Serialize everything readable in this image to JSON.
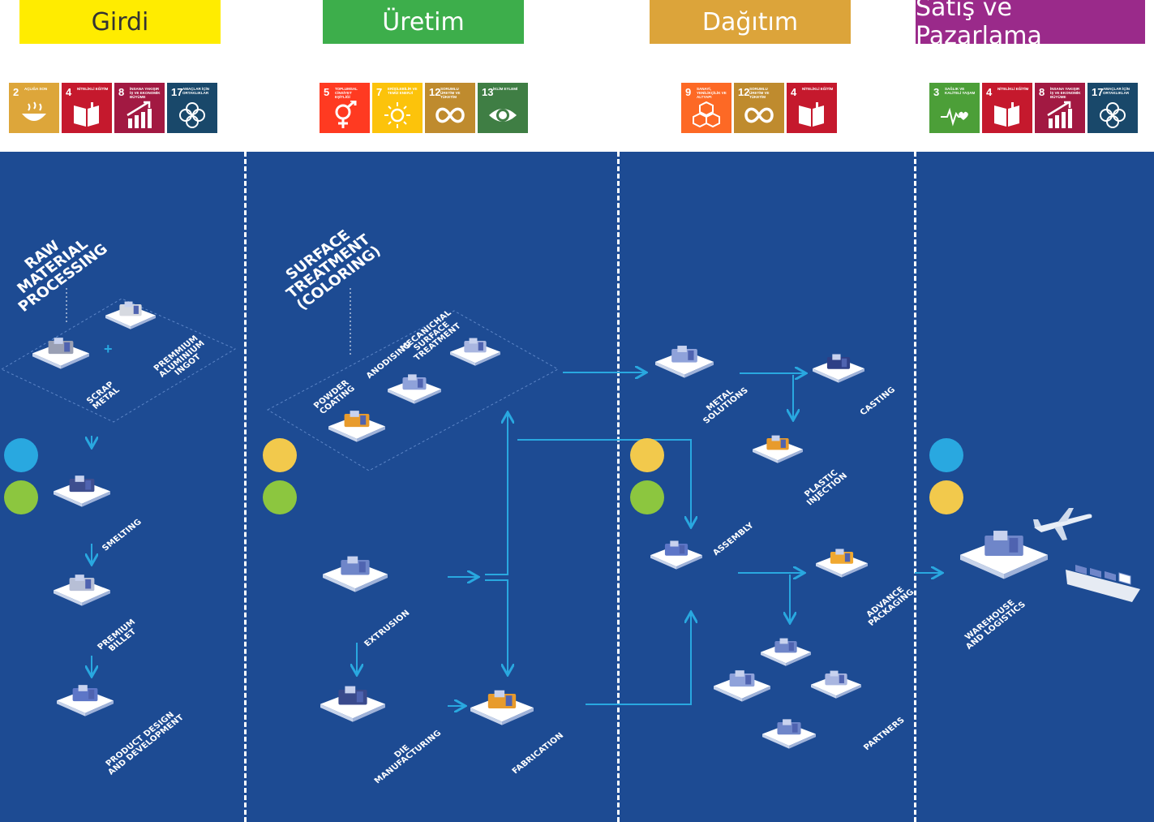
{
  "stages": [
    {
      "label": "Girdi",
      "color": "#ffec00",
      "text_color": "#333333"
    },
    {
      "label": "Üretim",
      "color": "#3dae4b",
      "text_color": "#ffffff"
    },
    {
      "label": "Dağıtım",
      "color": "#dca43a",
      "text_color": "#ffffff"
    },
    {
      "label": "Satış ve Pazarlama",
      "color": "#9a2a8a",
      "text_color": "#ffffff"
    }
  ],
  "sdg_icons": {
    "girdi": [
      {
        "num": "2",
        "label": "AÇLIĞA SON",
        "color": "#dda63a",
        "icon": "bowl-icon"
      },
      {
        "num": "4",
        "label": "NİTELİKLİ EĞİTİM",
        "color": "#c5192d",
        "icon": "book-icon"
      },
      {
        "num": "8",
        "label": "İNSANA YAKIŞIR İŞ VE EKONOMİK BÜYÜME",
        "color": "#a21942",
        "icon": "growth-chart-icon"
      },
      {
        "num": "17",
        "label": "AMAÇLAR İÇİN ORTAKLIKLAR",
        "color": "#19486a",
        "icon": "flower-icon"
      }
    ],
    "uretim": [
      {
        "num": "5",
        "label": "TOPLUMSAL CİNSİYET EŞİTLİĞİ",
        "color": "#ff3a21",
        "icon": "gender-icon"
      },
      {
        "num": "7",
        "label": "ERİŞİLEBİLİR VE TEMİZ ENERJİ",
        "color": "#fcc30b",
        "icon": "sun-icon"
      },
      {
        "num": "12",
        "label": "SORUMLU ÜRETİM VE TÜKETİM",
        "color": "#bf8b2e",
        "icon": "infinity-icon"
      },
      {
        "num": "13",
        "label": "İKLİM EYLEMİ",
        "color": "#3f7e44",
        "icon": "eye-globe-icon"
      }
    ],
    "dagitim": [
      {
        "num": "9",
        "label": "SANAYİ, YENİLİKÇİLİK VE ALTYAPI",
        "color": "#fd6925",
        "icon": "cubes-icon"
      },
      {
        "num": "12",
        "label": "SORUMLU ÜRETİM VE TÜKETİM",
        "color": "#bf8b2e",
        "icon": "infinity-icon"
      },
      {
        "num": "4",
        "label": "NİTELİKLİ EĞİTİM",
        "color": "#c5192d",
        "icon": "book-icon"
      }
    ],
    "satis": [
      {
        "num": "3",
        "label": "SAĞLIK VE KALİTELİ YAŞAM",
        "color": "#4c9f38",
        "icon": "heartbeat-icon"
      },
      {
        "num": "4",
        "label": "NİTELİKLİ EĞİTİM",
        "color": "#c5192d",
        "icon": "book-icon"
      },
      {
        "num": "8",
        "label": "İNSANA YAKIŞIR İŞ VE EKONOMİK BÜYÜME",
        "color": "#a21942",
        "icon": "growth-chart-icon"
      },
      {
        "num": "17",
        "label": "AMAÇLAR İÇİN ORTAKLIKLAR",
        "color": "#19486a",
        "icon": "flower-icon"
      }
    ]
  },
  "section_titles": {
    "raw_material": "RAW MATERIAL\nPROCESSING",
    "surface_treatment": "SURFACE TREATMENT\n(COLORING)"
  },
  "nodes": {
    "scrap_metal": "SCRAP\nMETAL",
    "premium_ingot": "PREMMIUM\nALUMINIUM\nINGOT",
    "smelting": "SMELTING",
    "premium_billet": "PREMIUM\nBILLET",
    "product_design": "PRODUCT DESIGN\nAND DEVELOPMENT",
    "powder_coating": "POWDER\nCOATING",
    "anodising": "ANODISING",
    "mechanical_surface": "MECANICHAL\nSURFACE\nTREATMENT",
    "extrusion": "EXTRUSION",
    "die_manufacturing": "DIE MANUFACTURING",
    "fabrication": "FABRICATION",
    "metal_solutions": "METAL\nSOLUTIONS",
    "casting": "CASTING",
    "plastic_injection": "PLASTIC\nINJECTION",
    "assembly": "ASSEMBLY",
    "advance_packaging": "ADVANCE\nPACKAGING",
    "partners": "PARTNERS",
    "warehouse": "WAREHOUSE\nAND LOGISTICS"
  },
  "dot_colors": {
    "blue": "#29a8e0",
    "green": "#8cc63f",
    "yellow": "#f2c94c"
  },
  "colors": {
    "panel": "#1d4b93",
    "arrow": "#29a8e0"
  }
}
